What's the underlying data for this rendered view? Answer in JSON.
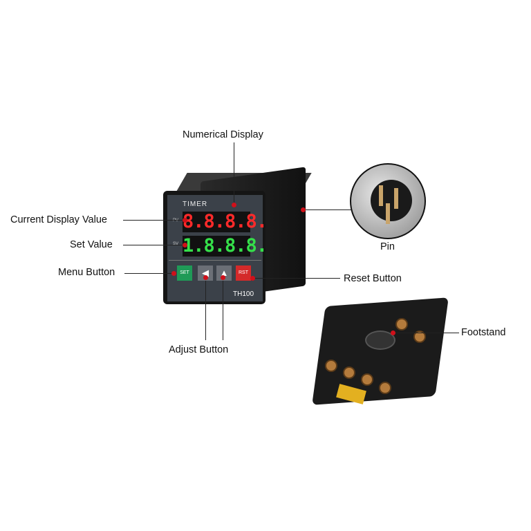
{
  "labels": {
    "numerical_display": "Numerical Display",
    "current_display_value": "Current Display Value",
    "set_value": "Set Value",
    "menu_button": "Menu Button",
    "adjust_button": "Adjust  Button",
    "reset_button": "Reset Button",
    "pin": "Pin",
    "footstand": "Footstand"
  },
  "device": {
    "title": "TIMER",
    "pv_label": "PV",
    "sv_label": "SV",
    "pv_value": "8.8.8.8.",
    "sv_value": "1.8.8.8.",
    "model": "TH100",
    "set_button": "SET",
    "rst_button": "RST"
  },
  "colors": {
    "pv": "#ff2a2a",
    "sv": "#35e04a",
    "pointer": "#d0101a"
  }
}
